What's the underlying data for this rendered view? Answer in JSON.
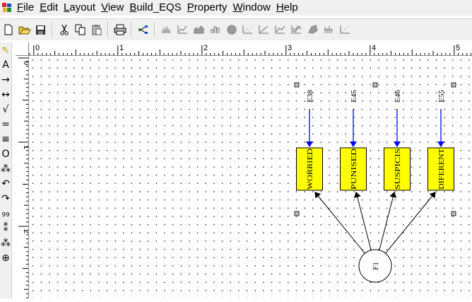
{
  "menu": {
    "items": [
      {
        "acc": "F",
        "rest": "ile"
      },
      {
        "acc": "E",
        "rest": "dit"
      },
      {
        "acc": "L",
        "rest": "ayout"
      },
      {
        "acc": "V",
        "rest": "iew"
      },
      {
        "acc": "B",
        "rest": "uild_EQS"
      },
      {
        "acc": "P",
        "rest": "roperty"
      },
      {
        "acc": "W",
        "rest": "indow"
      },
      {
        "acc": "H",
        "rest": "elp"
      }
    ]
  },
  "toolbar": {
    "icons": [
      "new-icon",
      "open-icon",
      "save-icon",
      "cut-icon",
      "copy-icon",
      "paste-icon",
      "print-icon",
      "diagram-icon",
      "histogram-icon",
      "line-plot-icon",
      "area-plot-icon",
      "bar-plot-icon",
      "pie-chart-icon",
      "scatter-plot-icon",
      "regression-plot-icon",
      "trend-plot-icon",
      "multi-line-icon",
      "3d-surface-icon",
      "box-plot-icon",
      "quantile-plot-icon"
    ]
  },
  "left_tools": {
    "glyphs": [
      "⇖",
      "A",
      "→",
      "↔",
      "√",
      "=",
      "≡",
      "O",
      "⁂",
      "↶",
      "↷",
      "₉₉",
      "⁑",
      "⁂",
      "⊕"
    ],
    "names": [
      "pointer-tool-icon",
      "text-tool-icon",
      "arrow-tool-icon",
      "double-arrow-tool-icon",
      "check-tool-icon",
      "equal-tool-icon",
      "triple-line-tool-icon",
      "ellipse-tool-icon",
      "factor-tool-icon",
      "curve-left-tool-icon",
      "curve-right-tool-icon",
      "numbers-tool-icon",
      "tree-tool-icon",
      "model-tool-icon",
      "crosshair-tool-icon"
    ]
  },
  "rulers": {
    "horizontal_labels": [
      "0",
      "1",
      "2",
      "3",
      "4",
      "5"
    ],
    "vertical_labels": [
      "0",
      "1",
      "2"
    ]
  },
  "diagram": {
    "errors": [
      "E38",
      "E45",
      "E46",
      "E55"
    ],
    "variables": [
      "WORRIED",
      "PUNISED",
      "SUSPICIS",
      "DIFERENT"
    ],
    "factor": "F1",
    "variable_fill": "#ffff00",
    "error_arrow_color": "#0000ff",
    "factor_arrow_color": "#000000"
  }
}
